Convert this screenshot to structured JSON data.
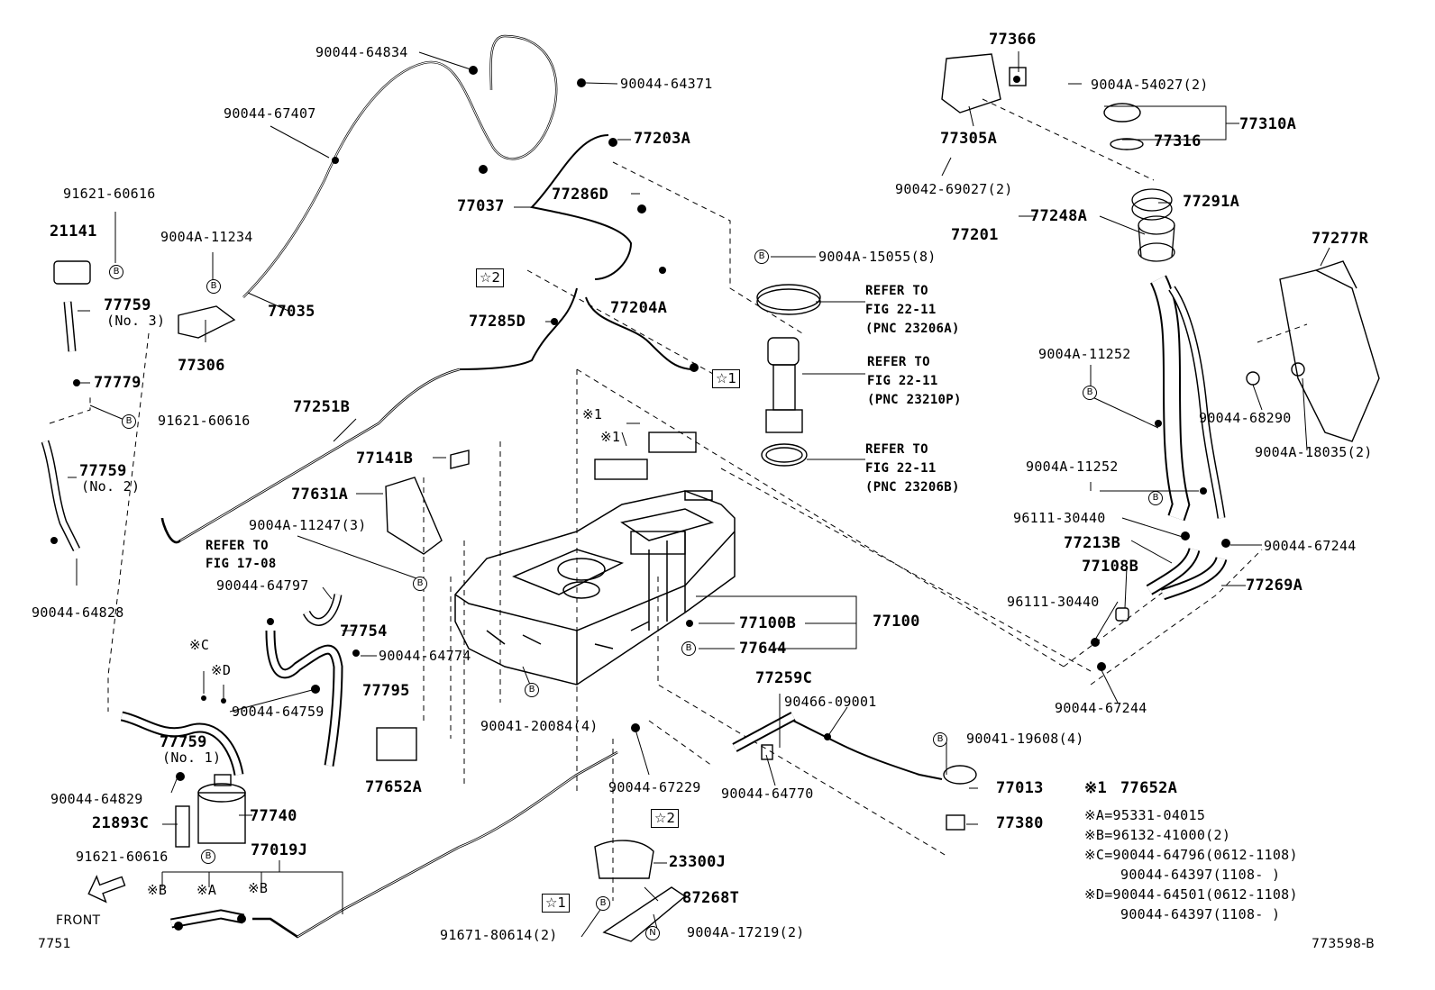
{
  "diagram": {
    "figure_number": "7751",
    "diagram_id": "773598-B",
    "front_label": "FRONT",
    "parts": {
      "p90044_64834": "90044-64834",
      "p90044_64371": "90044-64371",
      "p90044_67407": "90044-67407",
      "p77203A": "77203A",
      "p77037": "77037",
      "p77286D": "77286D",
      "p91621_60616_a": "91621-60616",
      "p21141": "21141",
      "p9004A_11234": "9004A-11234",
      "p77759_no3": "77759",
      "no3": "(No. 3)",
      "p77035": "77035",
      "p77306": "77306",
      "p77779": "77779",
      "p91621_60616_b": "91621-60616",
      "p77285D": "77285D",
      "p77204A": "77204A",
      "star1": "☆1",
      "star2": "☆2",
      "p77251B": "77251B",
      "p77759_no2": "77759",
      "no2": "(No. 2)",
      "p77141B": "77141B",
      "p77631A": "77631A",
      "p9004A_11247": "9004A-11247(3)",
      "refer_to": "REFER TO",
      "fig_17_08": "FIG 17-08",
      "p90044_64797": "90044-64797",
      "p90044_64828": "90044-64828",
      "p77754": "77754",
      "p90044_64774": "90044-64774",
      "mark_c": "※C",
      "mark_d": "※D",
      "p77795": "77795",
      "p90044_64759": "90044-64759",
      "p77759_no1": "77759",
      "no1": "(No. 1)",
      "p90044_64829": "90044-64829",
      "p77740": "77740",
      "p21893C": "21893C",
      "p91621_60616_c": "91621-60616",
      "p77019J": "77019J",
      "mark_b": "※B",
      "mark_a": "※A",
      "p77652A_main": "77652A",
      "p90041_20084": "90041-20084(4)",
      "p90044_67229": "90044-67229",
      "p23300J": "23300J",
      "p87268T": "87268T",
      "p91671_80614": "91671-80614(2)",
      "p9004A_17219": "9004A-17219(2)",
      "mark_1": "※1",
      "p77100B": "77100B",
      "p77100": "77100",
      "p77644": "77644",
      "p77259C": "77259C",
      "p90466_09001": "90466-09001",
      "p90044_64770": "90044-64770",
      "p90041_19608": "90041-19608(4)",
      "p77013": "77013",
      "p77380": "77380",
      "p9004A_15055": "9004A-15055(8)",
      "fig_22_11": "FIG 22-11",
      "pnc_23206A": "(PNC 23206A)",
      "pnc_23210P": "(PNC 23210P)",
      "pnc_23206B": "(PNC 23206B)",
      "p77366": "77366",
      "p9004A_54027": "9004A-54027(2)",
      "p77305A": "77305A",
      "p77316": "77316",
      "p77310A": "77310A",
      "p90042_69027": "90042-69027(2)",
      "p77291A": "77291A",
      "p77201": "77201",
      "p77248A": "77248A",
      "p77277R": "77277R",
      "p9004A_11252_a": "9004A-11252",
      "p9004A_11252_b": "9004A-11252",
      "p90044_68290": "90044-68290",
      "p9004A_18035": "9004A-18035(2)",
      "p96111_30440_a": "96111-30440",
      "p96111_30440_b": "96111-30440",
      "p77213B": "77213B",
      "p90044_67244_a": "90044-67244",
      "p90044_67244_b": "90044-67244",
      "p77108B": "77108B",
      "p77269A": "77269A"
    },
    "callouts": {
      "b": "B",
      "n": "N"
    },
    "notes": {
      "line1_mark": "※1",
      "line1_value": "77652A",
      "line_a": "※A=95331-04015",
      "line_b": "※B=96132-41000(2)",
      "line_c": "※C=90044-64796(0612-1108)",
      "line_c2": "90044-64397(1108-       )",
      "line_d": "※D=90044-64501(0612-1108)",
      "line_d2": "90044-64397(1108-       )"
    }
  }
}
